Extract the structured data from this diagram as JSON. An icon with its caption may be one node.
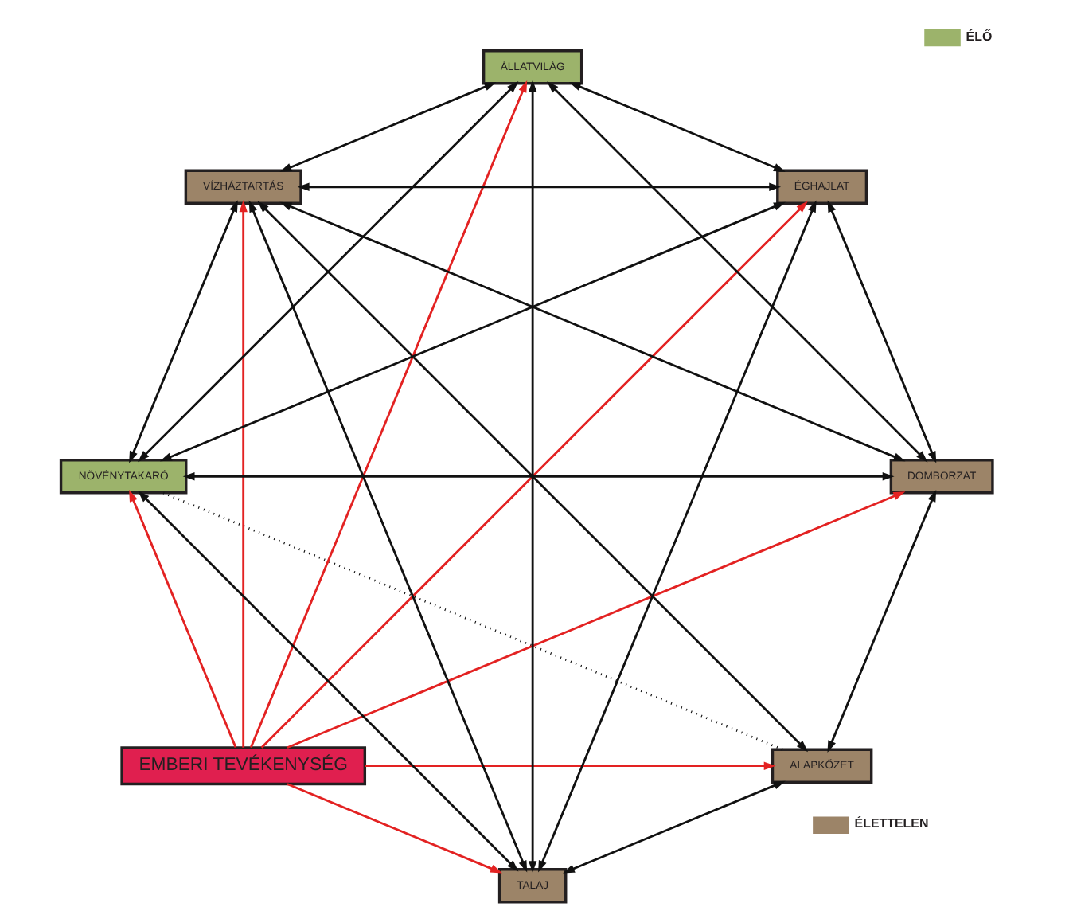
{
  "diagram": {
    "nodes": [
      {
        "text": [
          "ALAPKŐZET"
        ]
      },
      {
        "text": [
          "EMBERI TEVÉKENYSÉG"
        ]
      },
      {
        "text": [
          "DOMBORZAT"
        ]
      },
      {
        "text": [
          "ÁLLATVILÁG"
        ]
      },
      {
        "text": [
          "ÉGHAJLAT"
        ]
      },
      {
        "text": [
          "NÖVÉNYTAKARÓ"
        ]
      },
      {
        "text": [
          "VÍZHÁZTARTÁS"
        ]
      },
      {
        "text": [
          "TALAJ"
        ]
      }
    ],
    "edges": [
      {
        "from": 1,
        "to": 0,
        "arrow": "to",
        "color": "#e32222"
      },
      {
        "from": 1,
        "to": 2,
        "arrow": "to",
        "color": "#e32222"
      },
      {
        "from": 1,
        "to": 4,
        "arrow": "to",
        "color": "#e32222"
      },
      {
        "from": 1,
        "to": 6,
        "arrow": "to",
        "color": "#e32222"
      },
      {
        "from": 1,
        "to": 7,
        "arrow": "to",
        "color": "#e32222"
      },
      {
        "from": 1,
        "to": 5,
        "arrow": "to",
        "color": "#e32222"
      },
      {
        "from": 1,
        "to": 3,
        "arrow": "to",
        "color": "#e32222"
      },
      {
        "from": 0,
        "to": 5,
        "arrow": "none",
        "style": "dashed"
      },
      {
        "from": 0,
        "to": 2,
        "arrow": "both"
      },
      {
        "from": 0,
        "to": 6,
        "arrow": "both"
      },
      {
        "from": 0,
        "to": 7,
        "arrow": "both"
      },
      {
        "from": 2,
        "to": 3,
        "arrow": "both"
      },
      {
        "from": 2,
        "to": 4,
        "arrow": "both"
      },
      {
        "from": 2,
        "to": 5,
        "arrow": "both"
      },
      {
        "from": 2,
        "to": 6,
        "arrow": "both"
      },
      {
        "from": 4,
        "to": 5,
        "arrow": "both"
      },
      {
        "from": 4,
        "to": 6,
        "arrow": "both"
      },
      {
        "from": 4,
        "to": 7,
        "arrow": "both"
      },
      {
        "from": 4,
        "to": 3,
        "arrow": "both"
      },
      {
        "from": 6,
        "to": 7,
        "arrow": "both"
      },
      {
        "from": 6,
        "to": 3,
        "arrow": "both"
      },
      {
        "from": 6,
        "to": 5,
        "arrow": "both"
      },
      {
        "from": 7,
        "to": 5,
        "arrow": "both"
      },
      {
        "from": 7,
        "to": 3,
        "arrow": "both"
      },
      {
        "from": 3,
        "to": 5,
        "arrow": "both"
      }
    ],
    "legend": [
      {
        "text": "ÉLETTELEN",
        "color": "#9c8468"
      },
      {
        "text": "ÉLŐ",
        "color": "#9cb36b"
      }
    ]
  }
}
